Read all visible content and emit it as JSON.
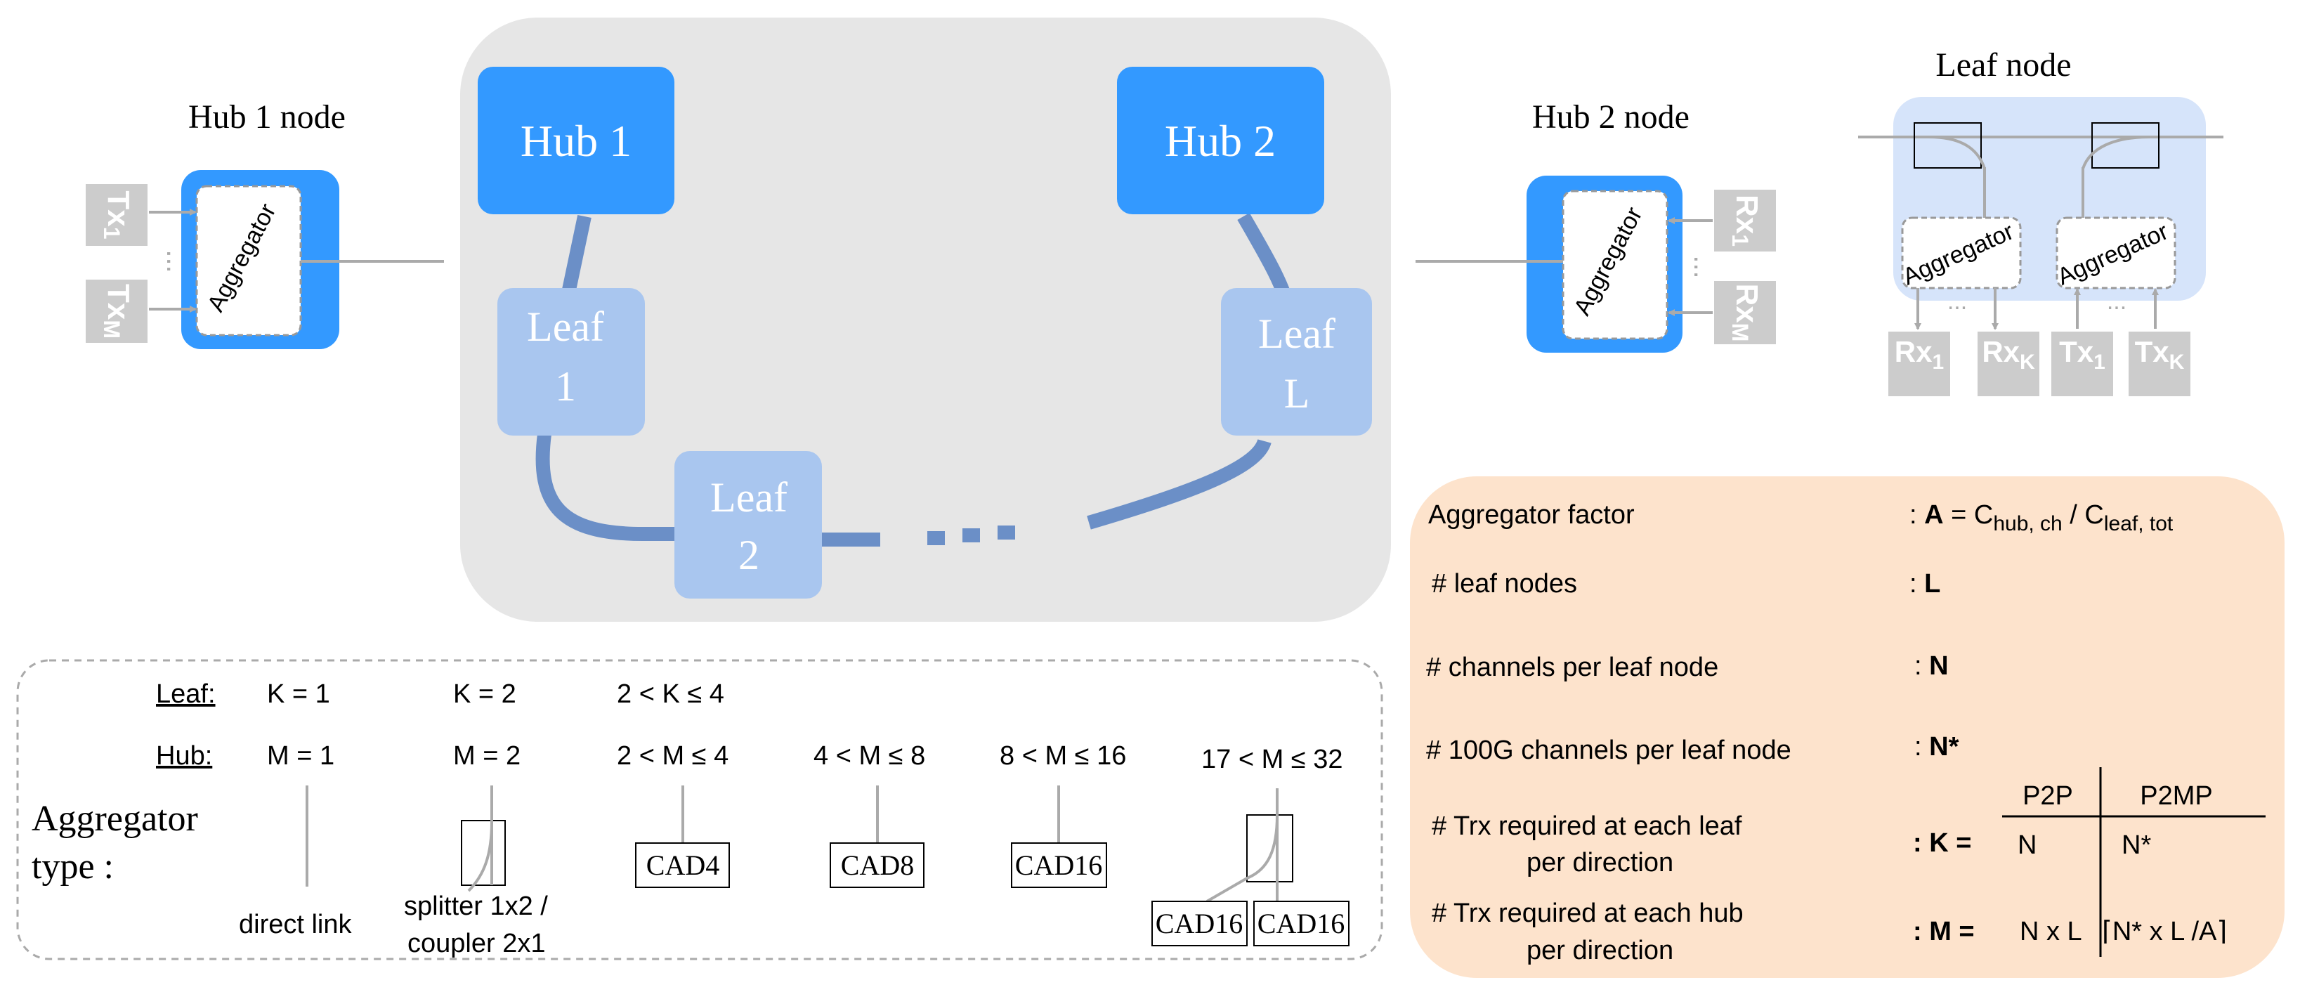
{
  "network": {
    "hub1": "Hub 1",
    "hub2": "Hub 2",
    "leaf1": [
      "Leaf",
      "1"
    ],
    "leaf2": [
      "Leaf",
      "2"
    ],
    "leafL": [
      "Leaf",
      "L"
    ]
  },
  "hub1_node": {
    "title": "Hub 1 node",
    "aggregator": "Aggregator",
    "tx_top": "Tx",
    "tx_top_sub": "1",
    "tx_bottom": "Tx",
    "tx_bottom_sub": "M"
  },
  "hub2_node": {
    "title": "Hub 2 node",
    "aggregator": "Aggregator",
    "rx_top": "Rx",
    "rx_top_sub": "1",
    "rx_bottom": "Rx",
    "rx_bottom_sub": "M"
  },
  "leaf_node": {
    "title": "Leaf node",
    "aggregator_left": "Aggregator",
    "aggregator_right": "Aggregator",
    "rx1": "Rx",
    "rx1_sub": "1",
    "rxk": "Rx",
    "rxk_sub": "K",
    "tx1": "Tx",
    "tx1_sub": "1",
    "txk": "Tx",
    "txk_sub": "K"
  },
  "aggregator_types": {
    "leaf_label": "Leaf:",
    "hub_label": "Hub:",
    "type_label": [
      "Aggregator",
      "type :"
    ],
    "columns": [
      {
        "leaf": "K = 1",
        "hub": "M = 1",
        "caption": "direct link"
      },
      {
        "leaf": "K = 2",
        "hub": "M = 2",
        "caption": [
          "splitter 1x2 /",
          "coupler 2x1"
        ]
      },
      {
        "leaf": "2 < K ≤ 4",
        "hub": "2 < M ≤ 4",
        "box": "CAD4"
      },
      {
        "hub": "4 < M ≤ 8",
        "box": "CAD8"
      },
      {
        "hub": "8 < M ≤ 16",
        "box": "CAD16"
      },
      {
        "hub": "17 < M ≤ 32",
        "boxes": [
          "CAD16",
          "CAD16"
        ]
      }
    ]
  },
  "parameters": {
    "rows": [
      {
        "label": "Aggregator factor",
        "sep": ": ",
        "sym": "A",
        "eq": " = C",
        "sub1": "hub, ch",
        "mid": " / C",
        "sub2": "leaf, tot"
      },
      {
        "label": "# leaf nodes",
        "sep": ": ",
        "sym": "L"
      },
      {
        "label": "# channels per leaf node",
        "sep": ": ",
        "sym": "N"
      },
      {
        "label": "# 100G channels per leaf node",
        "sep": ": ",
        "sym": "N*"
      }
    ],
    "trx_leaf": [
      "# Trx required at each leaf",
      "per direction"
    ],
    "trx_hub": [
      "# Trx required at each hub",
      "per direction"
    ],
    "k_label": ": K =",
    "m_label": ": M =",
    "col_p2p": "P2P",
    "col_p2mp": "P2MP",
    "k_p2p": "N",
    "k_p2mp": "N*",
    "m_p2p": "N x L",
    "m_p2mp": "⌈N* x L /A⌉"
  },
  "colors": {
    "hub_blue": "#3399ff",
    "leaf_blue": "#a9c6ef",
    "fiber": "#6b8fc7",
    "panel_grey": "#e6e6e6",
    "param_orange": "#fde3cc",
    "port_grey": "#cccccc",
    "line_grey": "#aaaaaa"
  }
}
